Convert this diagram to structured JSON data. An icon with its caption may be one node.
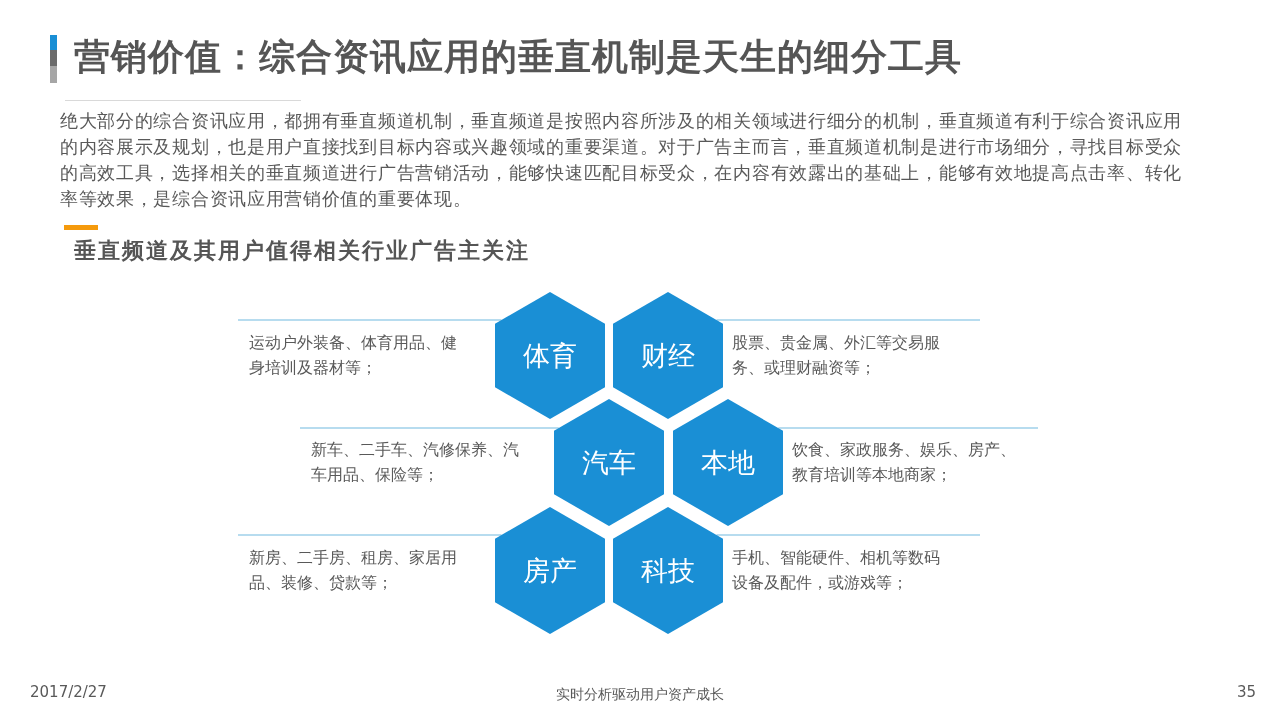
{
  "diagram": {
    "title": "营销价值：综合资讯应用的垂直机制是天生的细分工具",
    "nodes": [
      {
        "text": [
          "体育"
        ],
        "beside": [
          "运动户外装备、体育用品、健身培训及器材等；"
        ]
      },
      {
        "text": [
          "财经"
        ],
        "beside": [
          "股票、贵金属、外汇等交易服务、或理财融资等；"
        ]
      },
      {
        "text": [
          "汽车"
        ],
        "beside": [
          "新车、二手车、汽修保养、汽车用品、保险等；"
        ]
      },
      {
        "text": [
          "本地"
        ],
        "beside": [
          "饮食、家政服务、娱乐、房产、教育培训等本地商家；"
        ]
      },
      {
        "text": [
          "房产"
        ],
        "beside": [
          "新房、二手房、租房、家居用品、装修、贷款等；"
        ]
      },
      {
        "text": [
          "科技"
        ],
        "beside": [
          "手机、智能硬件、相机等数码设备及配件，或游戏等；"
        ]
      }
    ],
    "labels": [
      "绝大部分的综合资讯应用，都拥有垂直频道机制，垂直频道是按照内容所涉及的相关领域进行细分的机制，垂直频道有利于综合资讯应用的内容展示及规划，也是用户直接找到目标内容或兴趣领域的重要渠道。对于广告主而言，垂直频道机制是进行市场细分，寻找目标受众的高效工具，选择相关的垂直频道进行广告营销活动，能够快速匹配目标受众，在内容有效露出的基础上，能够有效地提高点击率、转化率等效果，是综合资讯应用营销价值的重要体现。",
      "垂直频道及其用户值得相关行业广告主关注",
      "2017/2/27",
      "实时分析驱动用户资产成长",
      "35"
    ]
  }
}
